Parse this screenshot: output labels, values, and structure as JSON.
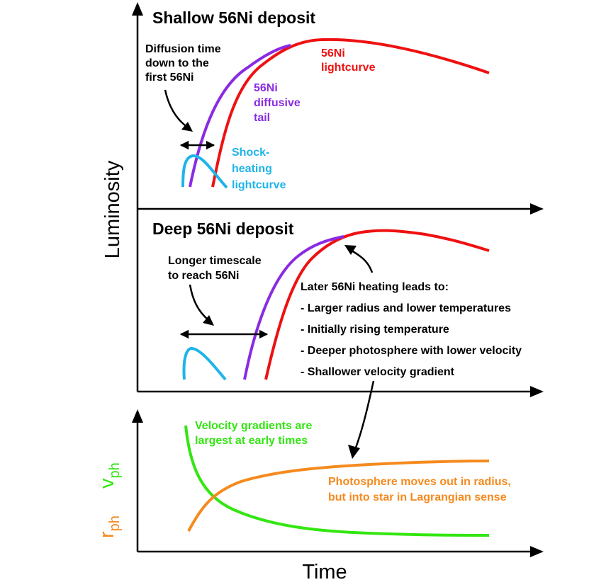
{
  "panels": {
    "top": {
      "title": "Shallow 56Ni deposit"
    },
    "middle": {
      "title": "Deep 56Ni deposit"
    }
  },
  "axes": {
    "ylabel_top": "Luminosity",
    "xlabel": "Time",
    "ylabel_bottom_r": "r",
    "ylabel_bottom_r_sub": "ph",
    "ylabel_bottom_v": "v",
    "ylabel_bottom_v_sub": "ph"
  },
  "annotations": {
    "top": {
      "diffusion_time": [
        "Diffusion time",
        "down to the",
        "first 56Ni"
      ],
      "ni_lightcurve": [
        "56Ni",
        "lightcurve"
      ],
      "ni_diffusive_tail": [
        "56Ni",
        "diffusive",
        "tail"
      ],
      "shock_heating": [
        "Shock-",
        "heating",
        "lightcurve"
      ]
    },
    "middle": {
      "longer_timescale": [
        "Longer timescale",
        "to reach 56Ni"
      ],
      "later_heating": [
        "Later 56Ni heating leads to:",
        "- Larger radius and lower temperatures",
        "- Initially rising temperature",
        "- Deeper photosphere with lower velocity",
        "- Shallower velocity gradient"
      ]
    },
    "bottom": {
      "velocity_gradients": [
        "Velocity gradients are",
        "largest at early times"
      ],
      "photosphere": [
        "Photosphere moves out in radius,",
        "but into star in Lagrangian sense"
      ]
    }
  },
  "colors": {
    "ni_lightcurve": "#ee1111",
    "diffusive_tail": "#8a2be2",
    "shock_heating": "#1fb4ea",
    "velocity": "#33e611",
    "radius": "#f58a1f",
    "axes": "#000000"
  }
}
